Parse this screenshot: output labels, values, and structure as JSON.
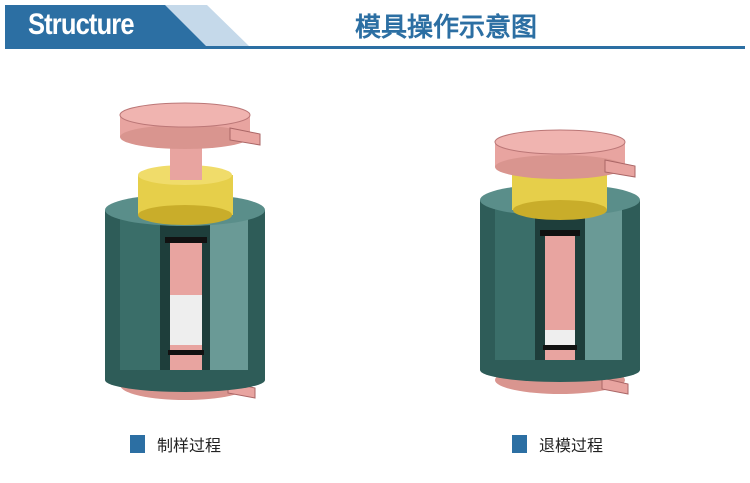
{
  "header": {
    "title_en": "Structure",
    "title_cn": "模具操作示意图"
  },
  "captions": [
    {
      "label": "制样过程"
    },
    {
      "label": "退模过程"
    }
  ],
  "colors": {
    "accent": "#2c6fa3",
    "pink": "#e8a4a0",
    "gold": "#e6cf4a",
    "green": "#2e5c58"
  }
}
